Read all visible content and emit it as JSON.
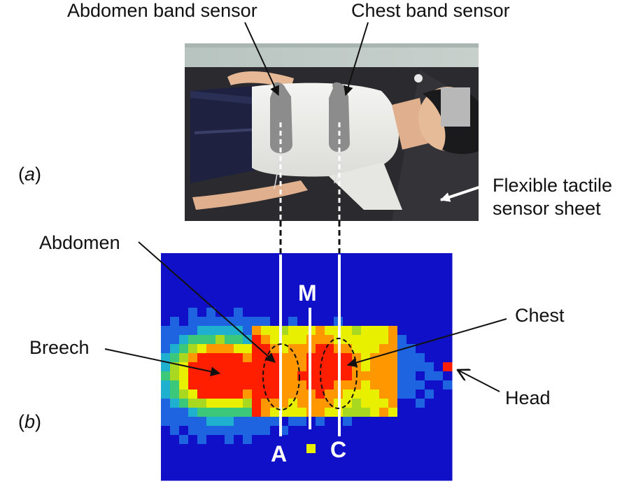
{
  "panel_a": {
    "tag_open": "(",
    "tag_letter": "a",
    "tag_close": ")",
    "abdomen_band_label": "Abdomen band sensor",
    "chest_band_label": "Chest band sensor",
    "tactile_sheet_line1": "Flexible tactile",
    "tactile_sheet_line2": "sensor sheet",
    "face_mask_color": "#b8b8b8",
    "band_color": "#8c8c8c"
  },
  "panel_b": {
    "tag_open": "(",
    "tag_letter": "b",
    "tag_close": ")",
    "abdomen_label": "Abdomen",
    "chest_label": "Chest",
    "breech_label": "Breech",
    "head_label": "Head",
    "line_a_label": "A",
    "line_m_label": "M",
    "line_c_label": "C",
    "colormap": [
      "#1010c8",
      "#1e64e0",
      "#1fb0d0",
      "#3cc87a",
      "#a8d820",
      "#e8f000",
      "#ff9800",
      "#ff1e00"
    ]
  }
}
